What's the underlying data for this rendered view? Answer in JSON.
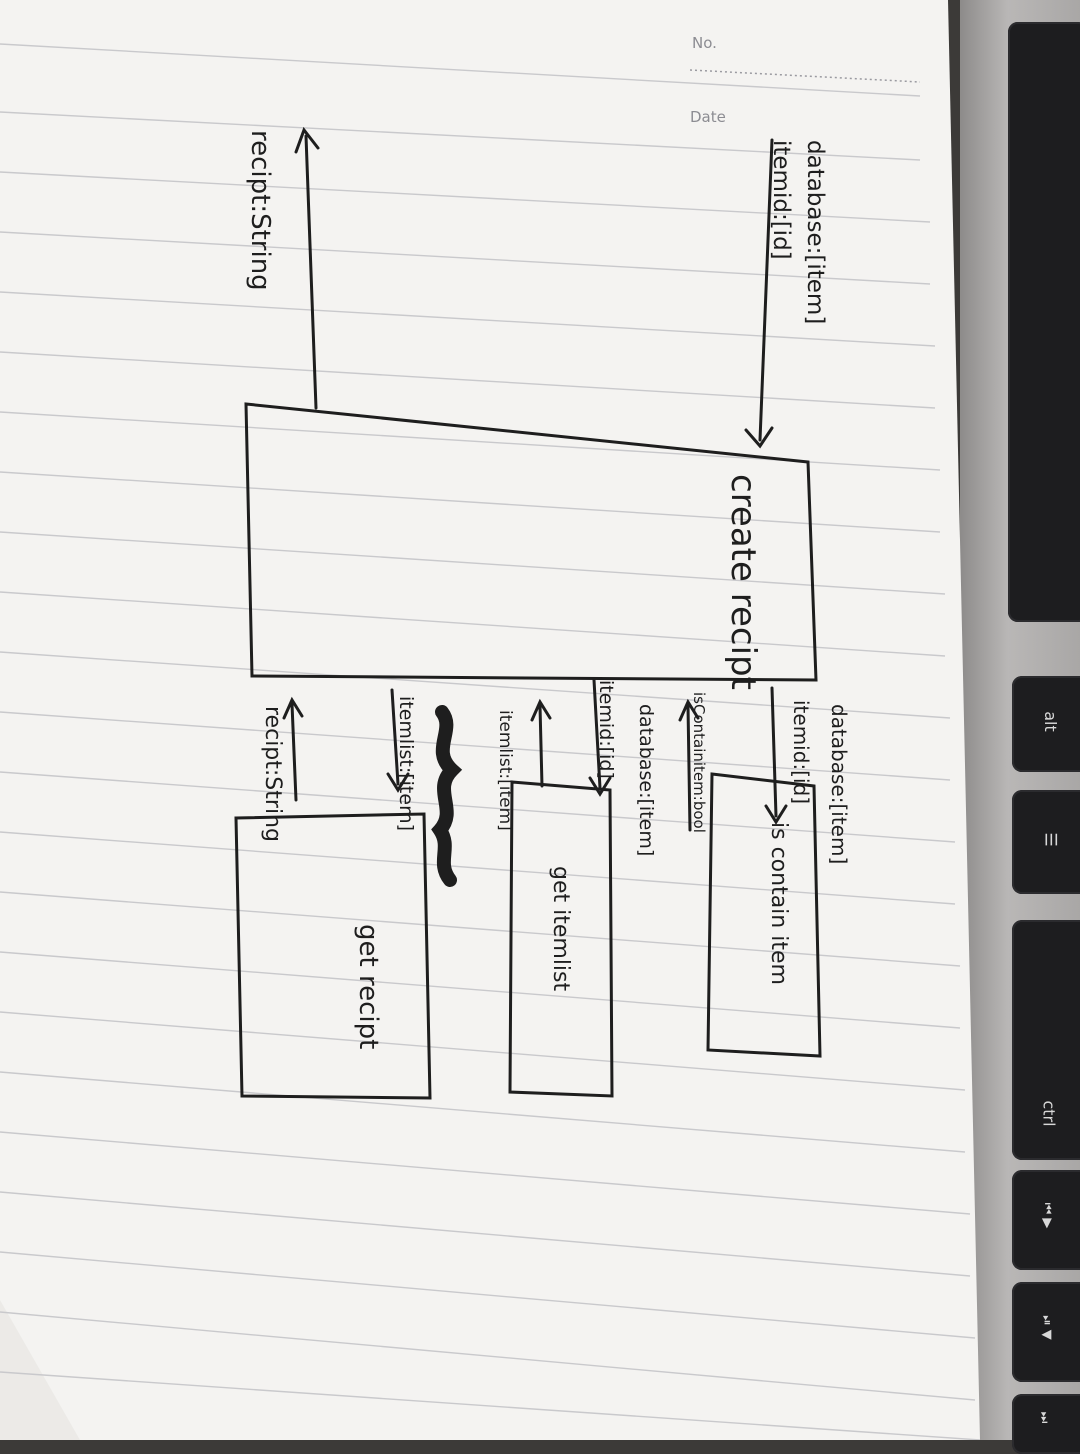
{
  "header": {
    "no_label": "No.",
    "date_label": "Date"
  },
  "diagram1": {
    "input_line1": "database:[item]",
    "input_line2": "itemid:[id]",
    "process": "create recipt",
    "output": "recipt:String"
  },
  "diagram2": {
    "step1": {
      "inputs": [
        "database:[item]",
        "itemid:[id]"
      ],
      "process": "is contain item",
      "output": "isContainitem:bool"
    },
    "step2": {
      "inputs": [
        "database:[item]",
        "itemid:[id]"
      ],
      "process": "get itemlist",
      "output": "itemlist:[item]"
    },
    "step3": {
      "inputs": [
        "itemlist:[item]"
      ],
      "process": "get recipt",
      "output": "recipt:String"
    }
  },
  "keyboard": {
    "alt_label": "alt",
    "ctrl_label": "ctrl"
  }
}
